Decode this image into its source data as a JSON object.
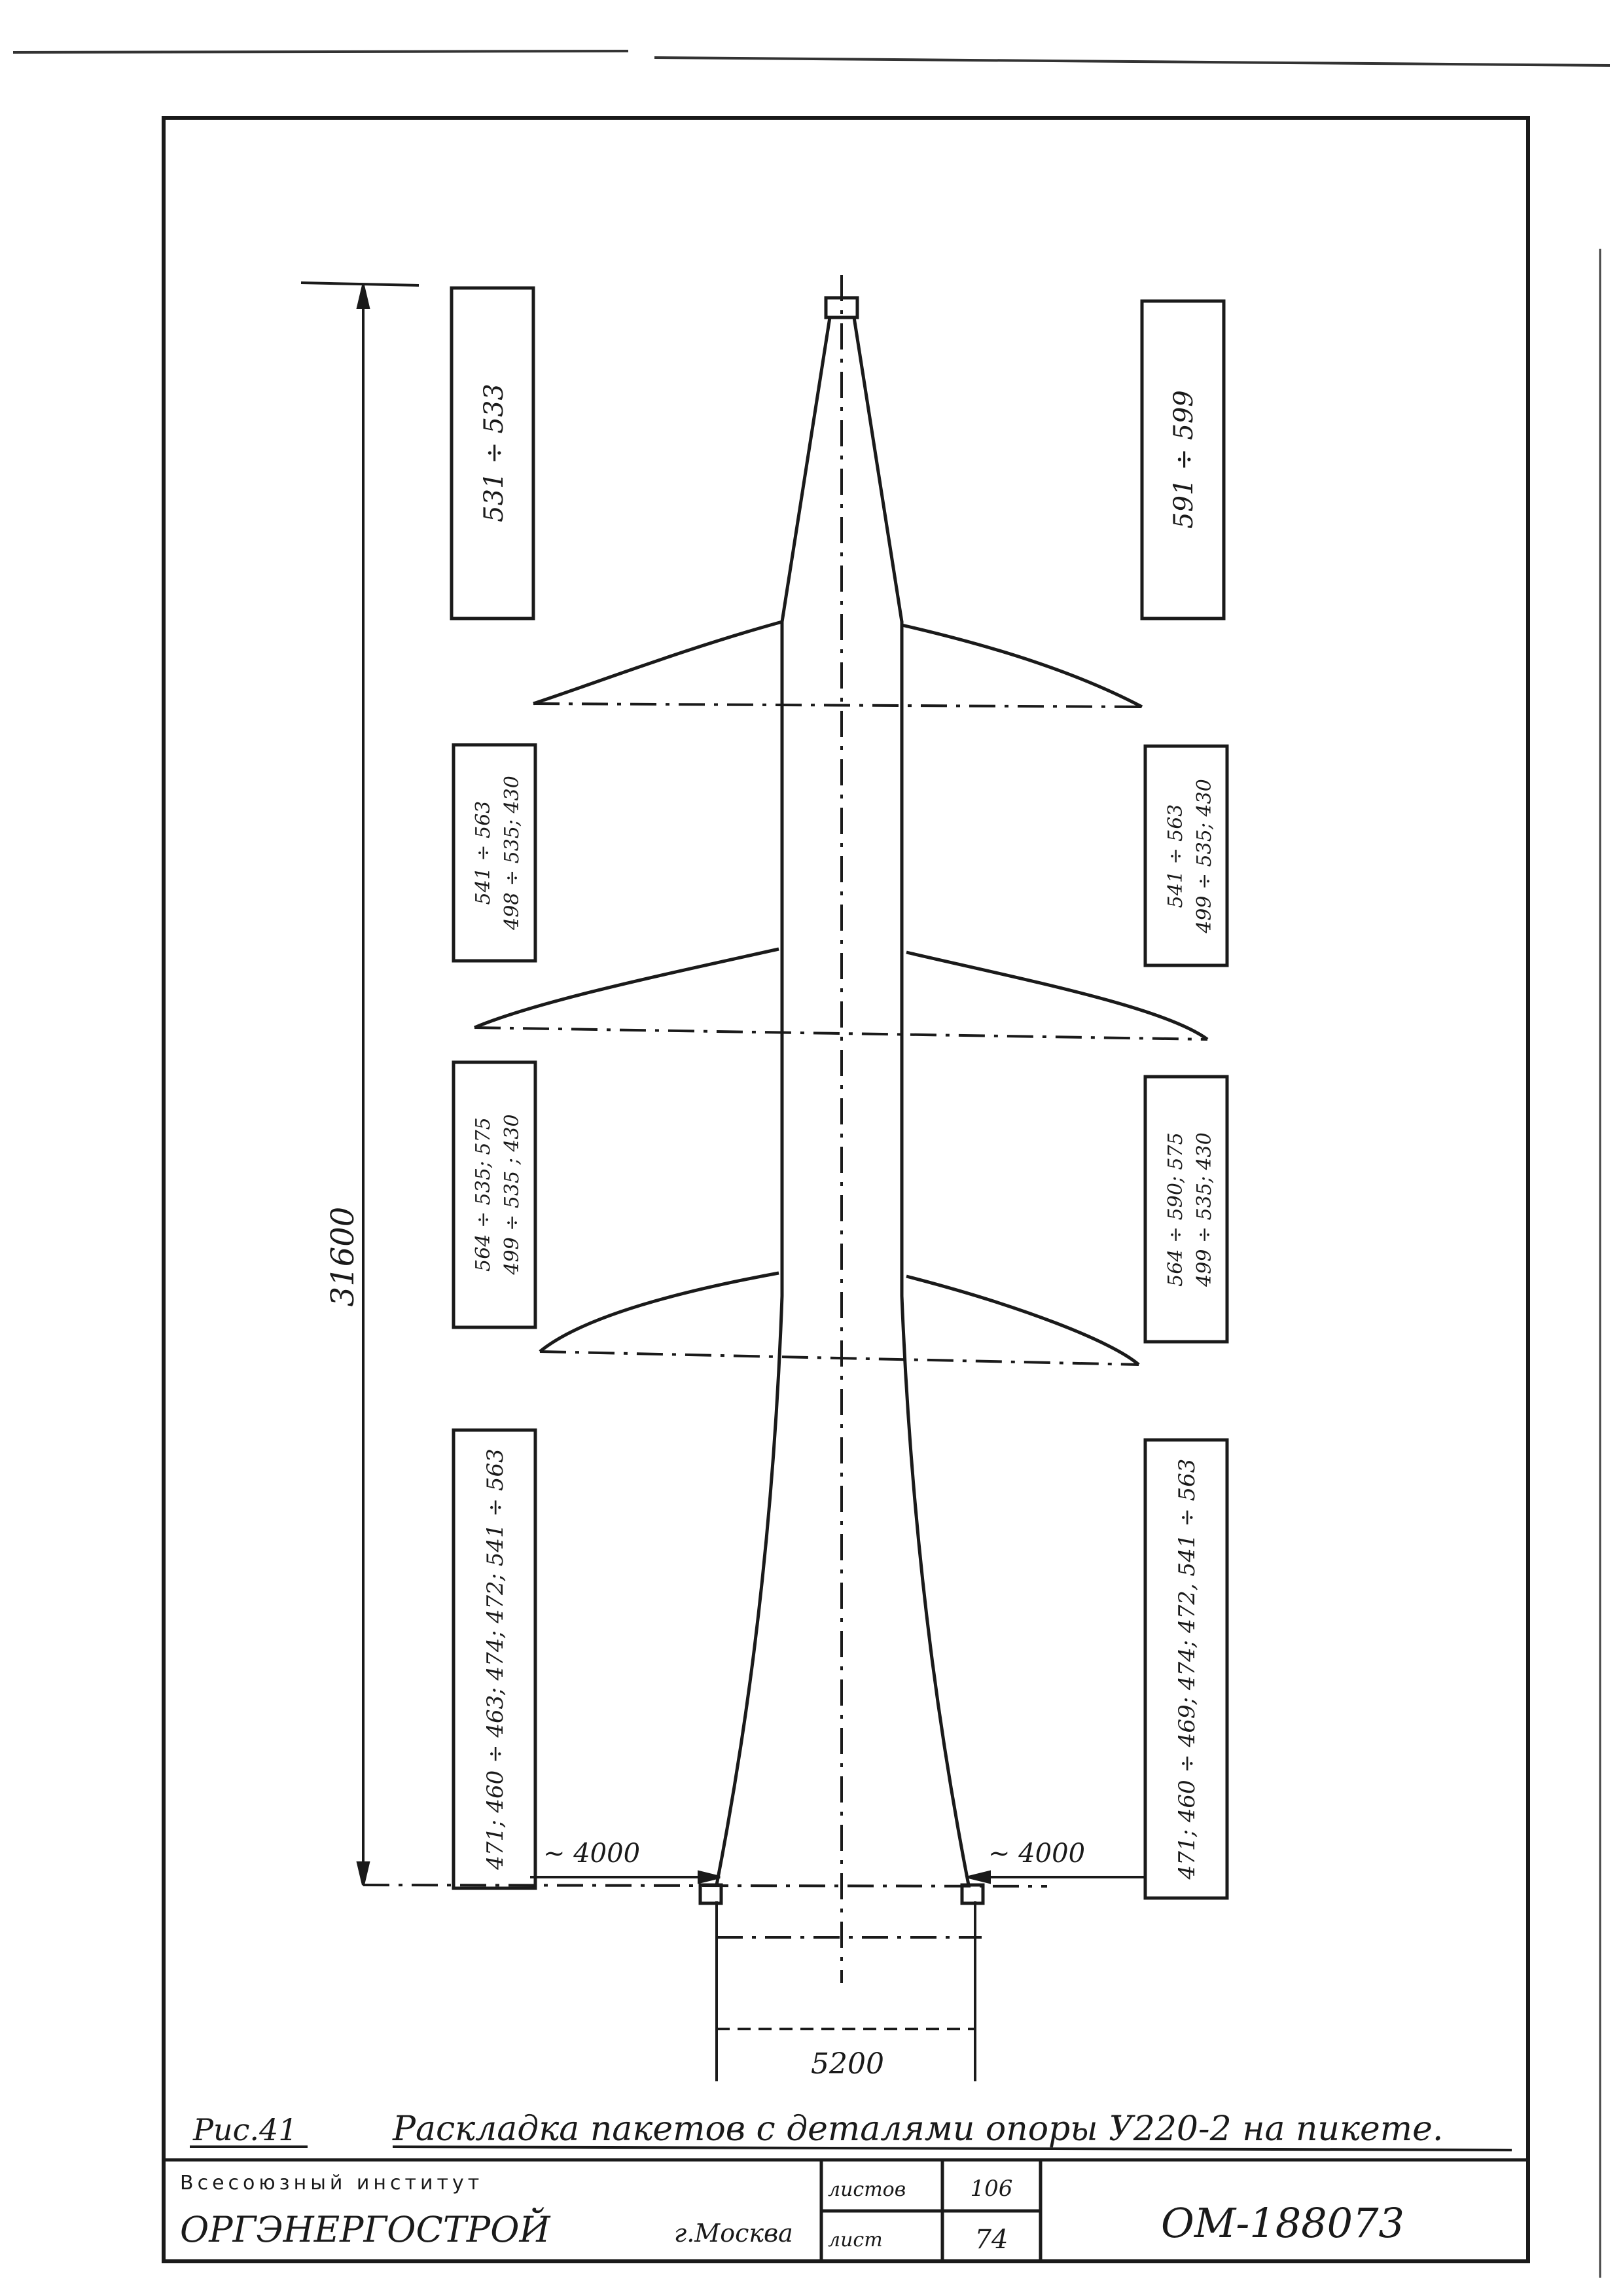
{
  "drawing": {
    "height_dimension": "31600",
    "base_width_dimension": "5200",
    "clearance_left": "~ 4000",
    "clearance_right": "~ 4000",
    "packages_left": [
      [
        "531 ÷ 533"
      ],
      [
        "541 ÷ 563",
        "498 ÷ 535; 430"
      ],
      [
        "564 ÷ 535; 575",
        "499 ÷ 535 ; 430"
      ],
      [
        "471; 460 ÷ 463; 474; 472; 541 ÷ 563"
      ]
    ],
    "packages_right": [
      [
        "591 ÷ 599"
      ],
      [
        "541 ÷ 563",
        "499 ÷ 535; 430"
      ],
      [
        "564 ÷ 590; 575",
        "499 ÷ 535; 430"
      ],
      [
        "471; 460 ÷ 469; 474; 472, 541 ÷ 563"
      ]
    ]
  },
  "caption": {
    "figure_number": "Рис.41",
    "text": "Раскладка пакетов с деталями опоры У220-2 на пикете."
  },
  "title_block": {
    "org_line1": "Всесоюзный институт",
    "org_line2": "ОРГЭНЕРГОСТРОЙ",
    "city": "г.Москва",
    "sheet_label_1": "листов",
    "sheet_value_1": "106",
    "sheet_label_2": "лист",
    "sheet_value_2": "74",
    "doc_number": "ОМ-188073"
  },
  "colors": {
    "ink": "#1a1a1a",
    "paper": "#ffffff"
  }
}
